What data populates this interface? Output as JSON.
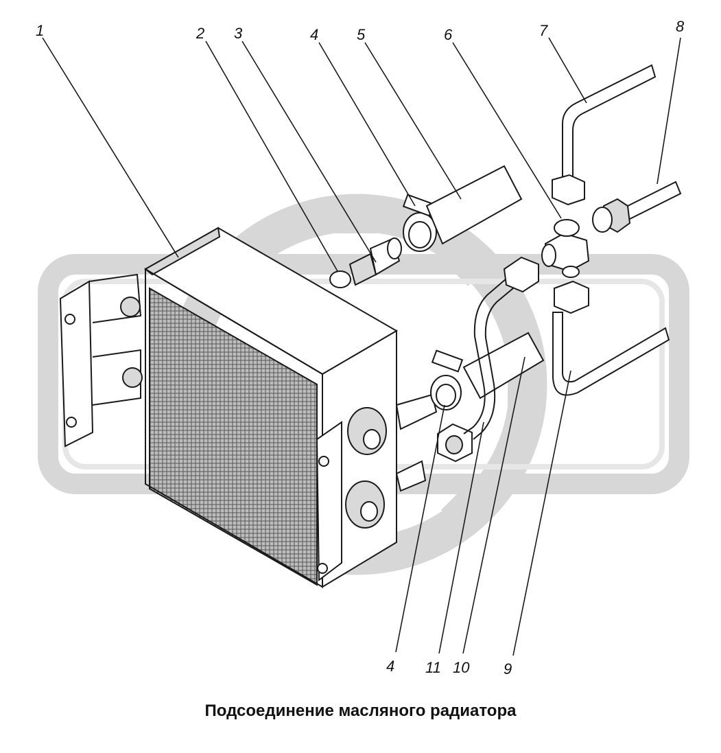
{
  "caption": "Подсоединение масляного радиатора",
  "colors": {
    "line": "#1a1a1a",
    "watermark": "#d3d3d3",
    "shade": "#d9d9d9",
    "mesh": "#555555"
  },
  "callouts": [
    {
      "id": "c1",
      "text": "1"
    },
    {
      "id": "c2",
      "text": "2"
    },
    {
      "id": "c3",
      "text": "3"
    },
    {
      "id": "c4a",
      "text": "4"
    },
    {
      "id": "c5",
      "text": "5"
    },
    {
      "id": "c6",
      "text": "6"
    },
    {
      "id": "c7",
      "text": "7"
    },
    {
      "id": "c8",
      "text": "8"
    },
    {
      "id": "c4b",
      "text": "4"
    },
    {
      "id": "c11",
      "text": "11"
    },
    {
      "id": "c10",
      "text": "10"
    },
    {
      "id": "c9",
      "text": "9"
    }
  ]
}
